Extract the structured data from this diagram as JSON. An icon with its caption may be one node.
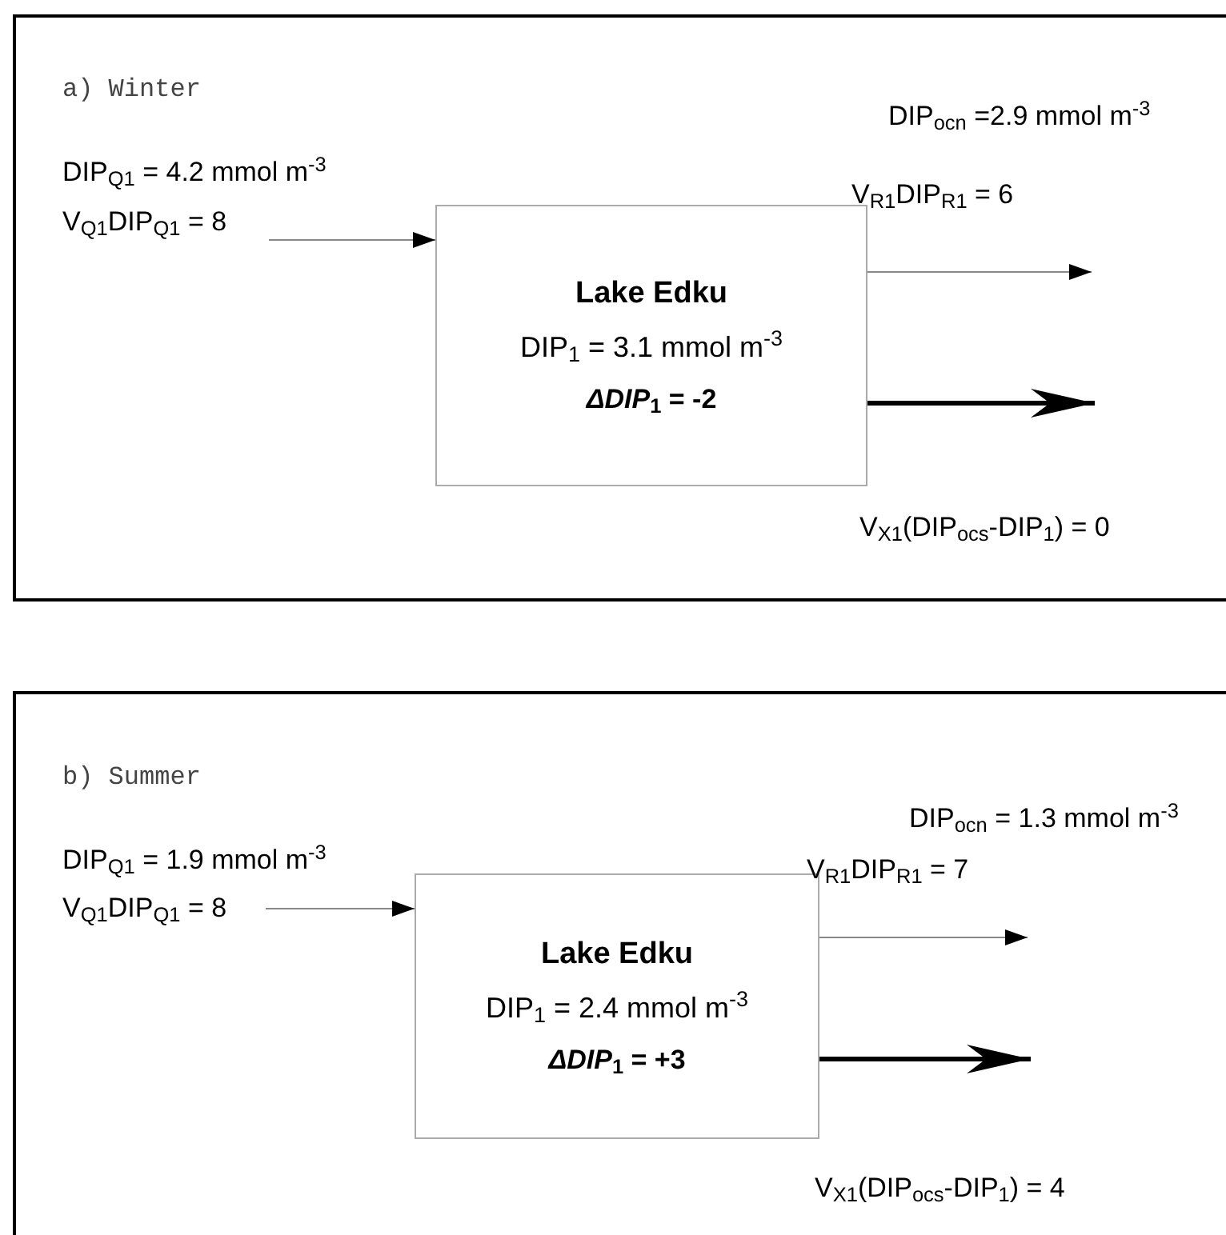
{
  "diagram": {
    "nodes": [
      {
        "text": [
          "a) Winter"
        ]
      },
      {
        "text": [
          "Lake Edku",
          "DIP$_{1}$ = 3.1 mmol m$^{-3}$",
          "*ΔDIP*$_{1}$ = -2"
        ],
        "in": 0
      },
      {
        "text": [
          "b) Summer"
        ]
      },
      {
        "text": [
          "Lake Edku",
          "DIP$_{1}$ = 2.4 mmol m$^{-3}$",
          "*ΔDIP*$_{1}$ = +3"
        ],
        "in": 2
      }
    ],
    "edges": [
      {
        "from": null,
        "to": 1,
        "arrow": "to",
        "label": "V$_{Q1}$DIP$_{Q1}$ = 8"
      },
      {
        "from": 1,
        "to": null,
        "arrow": "to",
        "label": "V$_{R1}$DIP$_{R1}$ = 6"
      },
      {
        "from": 1,
        "to": null,
        "arrow": "to",
        "style": "thick",
        "color": "#000000",
        "label": "V$_{X1}$(DIP$_{ocs}$-DIP$_{1}$) = 0"
      },
      {
        "from": null,
        "to": 3,
        "arrow": "to",
        "label": "V$_{Q1}$DIP$_{Q1}$ = 8"
      },
      {
        "from": 3,
        "to": null,
        "arrow": "to",
        "label": "V$_{R1}$DIP$_{R1}$ = 7"
      },
      {
        "from": 3,
        "to": null,
        "arrow": "to",
        "style": "thick",
        "color": "#000000",
        "label": "V$_{X1}$(DIP$_{ocs}$-DIP$_{1}$) = 4"
      }
    ],
    "labels": [
      "DIP$_{ocn}$ =2.9 mmol m$^{-3}$",
      "DIP$_{Q1}$ = 4.2 mmol m$^{-3}$",
      "DIP$_{ocn}$ = 1.3 mmol m$^{-3}$",
      "DIP$_{Q1}$ = 1.9 mmol m$^{-3}$"
    ]
  }
}
